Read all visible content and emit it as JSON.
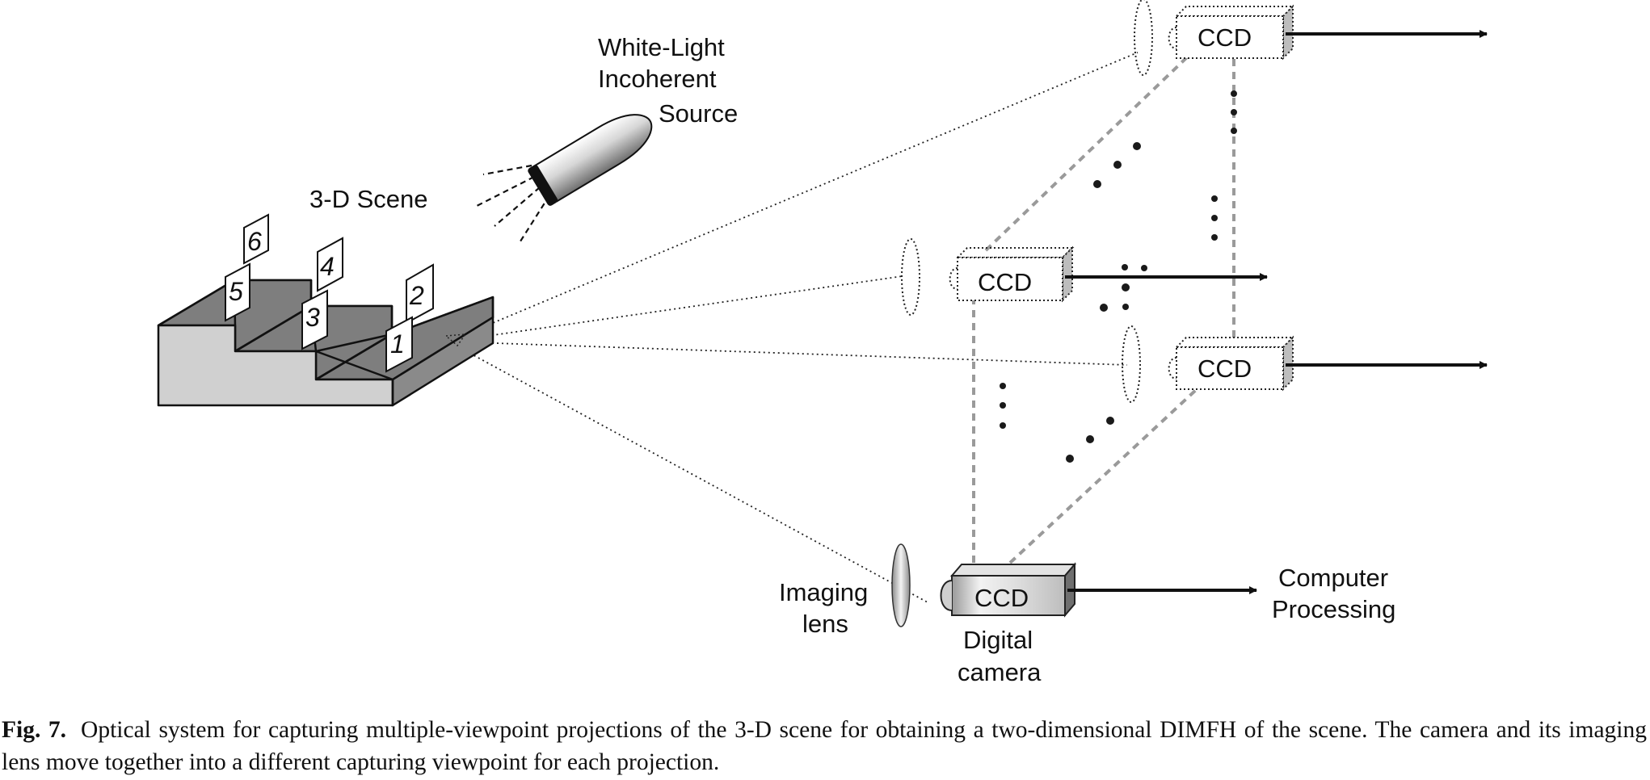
{
  "labels": {
    "source": [
      "White-Light",
      "Incoherent",
      "Source"
    ],
    "scene": "3-D Scene",
    "imaging_lens": [
      "Imaging",
      "lens"
    ],
    "digital_camera": [
      "Digital",
      "camera"
    ],
    "computer": [
      "Computer",
      "Processing"
    ]
  },
  "cameras": {
    "top_right": "CCD",
    "middle": "CCD",
    "right": "CCD",
    "digital": "CCD"
  },
  "scene_cards": [
    "1",
    "2",
    "3",
    "4",
    "5",
    "6"
  ],
  "caption": {
    "fig_no": "Fig. 7.",
    "text": "Optical system for capturing multiple-viewpoint projections of the 3-D scene for obtaining a two-dimensional DIMFH of the scene. The camera and its imaging lens move together into a different capturing viewpoint for each projection."
  }
}
